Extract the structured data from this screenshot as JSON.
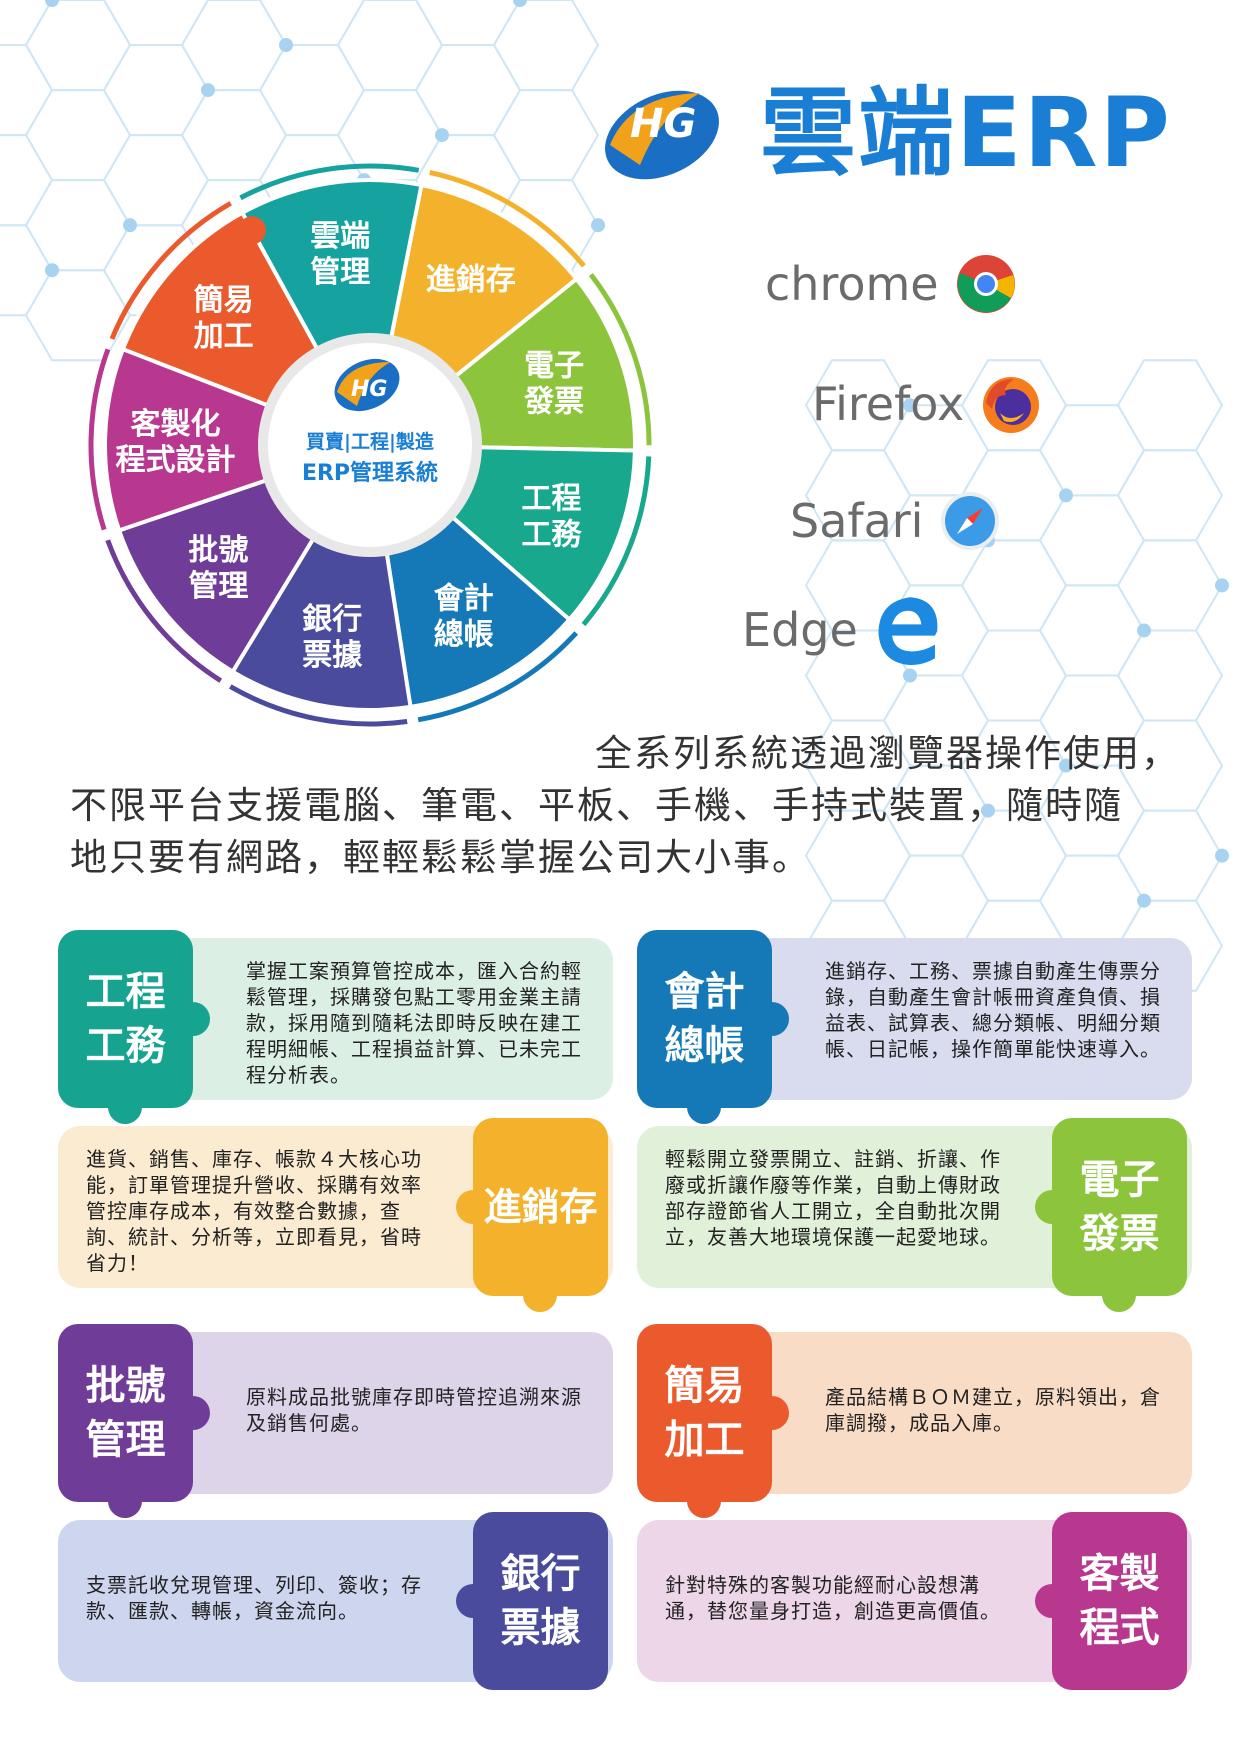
{
  "header": {
    "brand_title": "雲端ERP",
    "logo_letters": "HG"
  },
  "browsers": [
    {
      "name": "chrome",
      "icon": "chrome-icon"
    },
    {
      "name": "Firefox",
      "icon": "firefox-icon"
    },
    {
      "name": "Safari",
      "icon": "safari-icon"
    },
    {
      "name": "Edge",
      "icon": "edge-icon"
    }
  ],
  "wheel": {
    "center_line1": "買賣|工程|製造",
    "center_line2": "ERP管理系統",
    "segments": [
      {
        "label": [
          "雲端",
          "管理"
        ],
        "color": "#16a3a0"
      },
      {
        "label": [
          "進銷存"
        ],
        "color": "#f4b22c"
      },
      {
        "label": [
          "電子",
          "發票"
        ],
        "color": "#8cc43c"
      },
      {
        "label": [
          "工程",
          "工務"
        ],
        "color": "#17a88e"
      },
      {
        "label": [
          "會計",
          "總帳"
        ],
        "color": "#1579b8"
      },
      {
        "label": [
          "銀行",
          "票據"
        ],
        "color": "#4a4b9c"
      },
      {
        "label": [
          "批號",
          "管理"
        ],
        "color": "#6f3d98"
      },
      {
        "label": [
          "客製化",
          "程式設計"
        ],
        "color": "#b8378f"
      },
      {
        "label": [
          "簡易",
          "加工"
        ],
        "color": "#ea5a2c"
      }
    ]
  },
  "description": {
    "line1": "全系列系統透過瀏覽器操作使用，",
    "line2": "不限平台支援電腦、筆電、平板、手機、手持式裝置，隨時隨",
    "line3": "地只要有網路，輕輕鬆鬆掌握公司大小事。"
  },
  "cards": [
    {
      "title": "工程工務",
      "text": "掌握工案預算管控成本，匯入合約輕鬆管理，採購發包點工零用金業主請款，採用隨到隨耗法即時反映在建工程明細帳、工程損益計算、已未完工程分析表。",
      "color": "#16a390",
      "light": "#dcefe4"
    },
    {
      "title": "會計總帳",
      "text": "進銷存、工務、票據自動產生傳票分錄，自動產生會計帳冊資產負債、損益表、試算表、總分類帳、明細分類帳、日記帳，操作簡單能快速導入。",
      "color": "#1579b8",
      "light": "#d8dcee"
    },
    {
      "title": "進銷存",
      "text": "進貨、銷售、庫存、帳款４大核心功能，訂單管理提升營收、採購有效率管控庫存成本，有效整合數據，查詢、統計、分析等，立即看見，省時省力！",
      "color": "#f4b22c",
      "light": "#fbebd0"
    },
    {
      "title": "電子發票",
      "text": "輕鬆開立發票開立、註銷、折讓、作廢或折讓作廢等作業，自動上傳財政部存證節省人工開立，全自動批次開立，友善大地環境保護一起愛地球。",
      "color": "#8cc43c",
      "light": "#e1f0d8"
    },
    {
      "title": "批號管理",
      "text": "原料成品批號庫存即時管控追溯來源及銷售何處。",
      "color": "#6f3d98",
      "light": "#ddd4ea"
    },
    {
      "title": "簡易加工",
      "text": "產品結構ＢＯＭ建立，原料領出，倉庫調撥，成品入庫。",
      "color": "#ea5a2c",
      "light": "#f9dcc6"
    },
    {
      "title": "銀行票據",
      "text": "支票託收兌現管理、列印、簽收；存款、匯款、轉帳，資金流向。",
      "color": "#4a4b9c",
      "light": "#cdd6ee"
    },
    {
      "title": "客製程式",
      "text": "針對特殊的客製功能經耐心設想溝通，替您量身打造，創造更高價值。",
      "color": "#b8378f",
      "light": "#ecd6e8"
    }
  ]
}
